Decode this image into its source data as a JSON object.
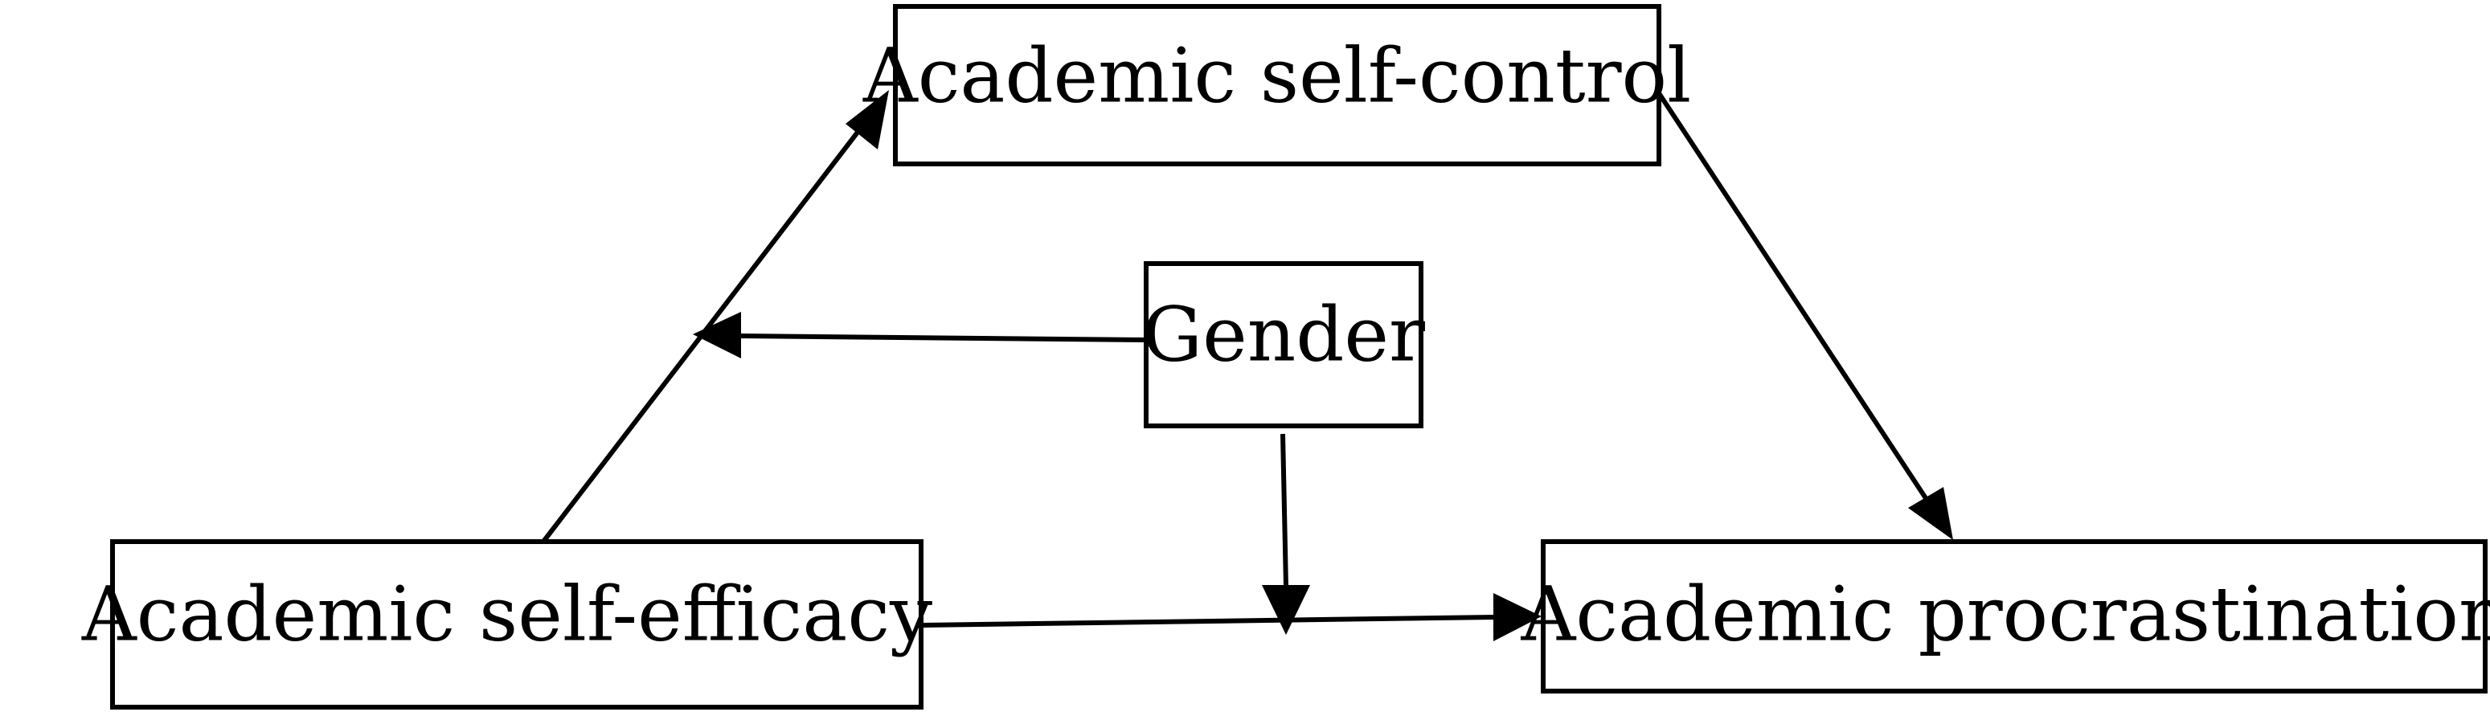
{
  "diagram": {
    "nodes": {
      "self_control": {
        "label": "Academic self-control"
      },
      "gender": {
        "label": "Gender"
      },
      "self_efficacy": {
        "label": "Academic self-efficacy"
      },
      "procrastination": {
        "label": "Academic procrastination"
      }
    },
    "edges": [
      {
        "from": "self_efficacy",
        "to": "self_control"
      },
      {
        "from": "self_control",
        "to": "procrastination"
      },
      {
        "from": "self_efficacy",
        "to": "procrastination"
      },
      {
        "from": "gender",
        "to": "self_efficacy_to_self_control_path"
      },
      {
        "from": "gender",
        "to": "self_efficacy_to_procrastination_path"
      }
    ],
    "colors": {
      "stroke": "#000000",
      "background": "#ffffff"
    }
  }
}
